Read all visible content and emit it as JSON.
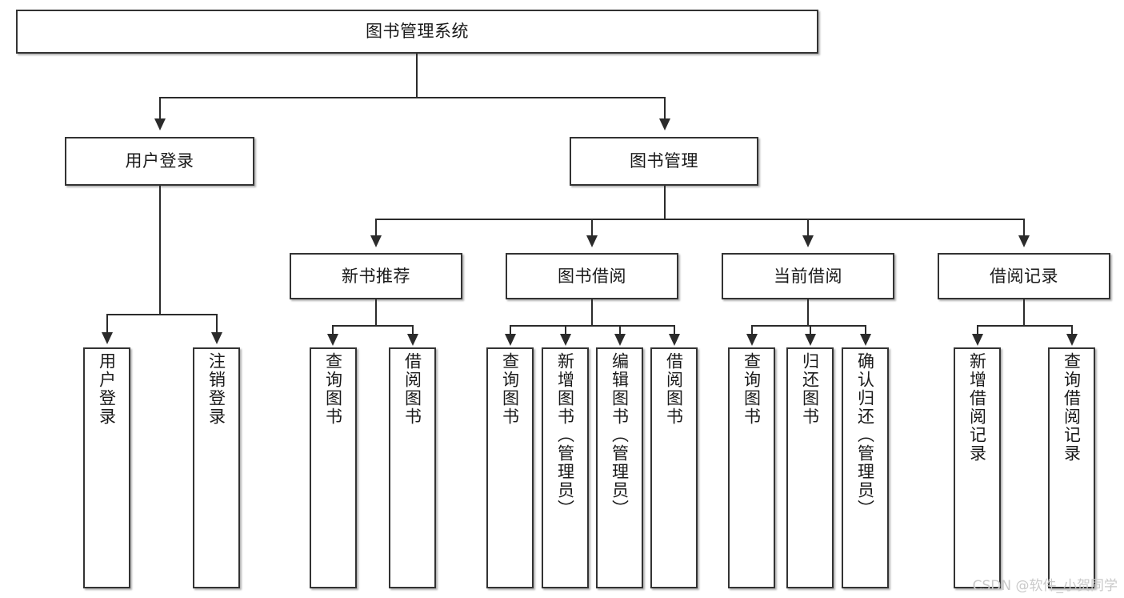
{
  "diagram": {
    "type": "tree-hierarchy-diagram",
    "title": "图书管理系统",
    "root": {
      "id": "root",
      "label": "图书管理系统"
    },
    "level1": [
      {
        "id": "user-login",
        "label": "用户登录"
      },
      {
        "id": "book-management",
        "label": "图书管理"
      }
    ],
    "level2": [
      {
        "id": "new-book-recommend",
        "label": "新书推荐",
        "parent": "book-management"
      },
      {
        "id": "book-borrow",
        "label": "图书借阅",
        "parent": "book-management"
      },
      {
        "id": "current-borrow",
        "label": "当前借阅",
        "parent": "book-management"
      },
      {
        "id": "borrow-record",
        "label": "借阅记录",
        "parent": "book-management"
      }
    ],
    "leaves": {
      "user_login": [
        {
          "id": "leaf-user-login",
          "label": "用户登录"
        },
        {
          "id": "leaf-logout",
          "label": "注销登录"
        }
      ],
      "new_book_recommend": [
        {
          "id": "leaf-query-book-1",
          "label": "查询图书"
        },
        {
          "id": "leaf-borrow-book-1",
          "label": "借阅图书"
        }
      ],
      "book_borrow": [
        {
          "id": "leaf-query-book-2",
          "label": "查询图书"
        },
        {
          "id": "leaf-add-book",
          "label": "新增图书（管理员）"
        },
        {
          "id": "leaf-edit-book",
          "label": "编辑图书（管理员）"
        },
        {
          "id": "leaf-borrow-book-2",
          "label": "借阅图书"
        }
      ],
      "current_borrow": [
        {
          "id": "leaf-query-book-3",
          "label": "查询图书"
        },
        {
          "id": "leaf-return-book",
          "label": "归还图书"
        },
        {
          "id": "leaf-confirm-return",
          "label": "确认归还（管理员）"
        }
      ],
      "borrow_record": [
        {
          "id": "leaf-add-record",
          "label": "新增借阅记录"
        },
        {
          "id": "leaf-query-record",
          "label": "查询借阅记录"
        }
      ]
    }
  },
  "watermark": {
    "text": "CSDN @软件_小贺同学"
  },
  "colors": {
    "box_border": "#333333",
    "box_fill": "#ffffff",
    "connector": "#2b2b2b",
    "text": "#1a1a1a",
    "watermark": "#c9c9c9",
    "background": "#ffffff"
  }
}
